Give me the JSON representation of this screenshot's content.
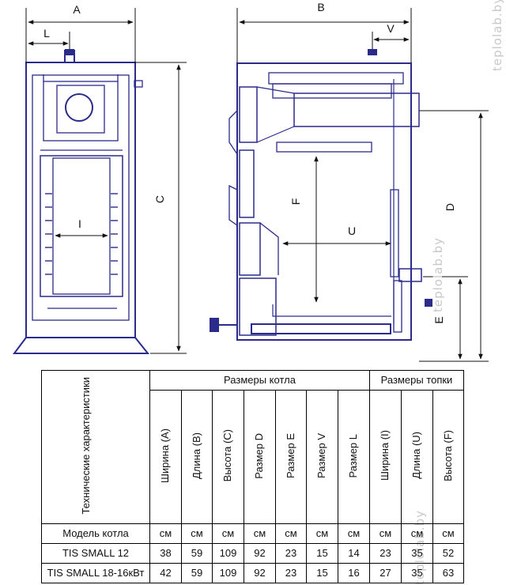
{
  "drawing": {
    "labels": {
      "A": "A",
      "L": "L",
      "C": "C",
      "I": "I",
      "B": "B",
      "V": "V",
      "D": "D",
      "F": "F",
      "U": "U",
      "E": "E"
    },
    "line_color": "#2b2b8c",
    "watermark": "teplolab.by"
  },
  "table": {
    "row_header": "Технические характеристики",
    "group_boiler": "Размеры котла",
    "group_firebox": "Размеры топки",
    "columns": [
      "Ширина (A)",
      "Длина (B)",
      "Высота (C)",
      "Размер D",
      "Размер E",
      "Размер V",
      "Размер L",
      "Ширина (I)",
      "Длина (U)",
      "Высота (F)"
    ],
    "units_label": "Модель котла",
    "units": [
      "см",
      "см",
      "см",
      "см",
      "см",
      "см",
      "см",
      "см",
      "см",
      "см"
    ],
    "rows": [
      {
        "model": "TIS SMALL 12",
        "values": [
          "38",
          "59",
          "109",
          "92",
          "23",
          "15",
          "14",
          "23",
          "35",
          "52"
        ]
      },
      {
        "model": "TIS SMALL 18-16кВт",
        "values": [
          "42",
          "59",
          "109",
          "92",
          "23",
          "15",
          "16",
          "27",
          "35",
          "63"
        ]
      }
    ]
  }
}
